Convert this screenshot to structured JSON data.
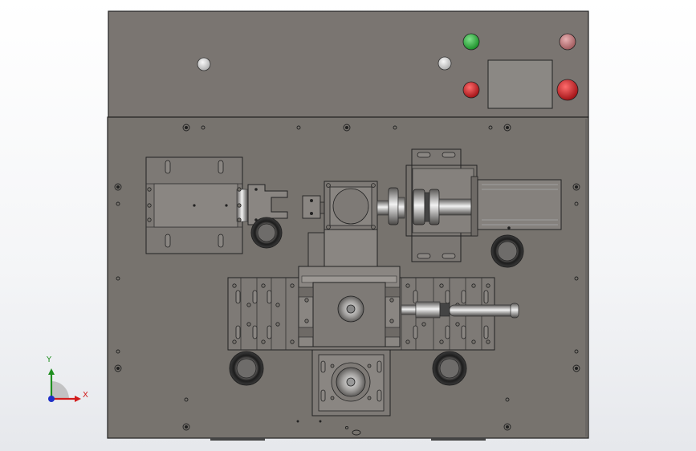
{
  "viewport": {
    "background": "#ffffff"
  },
  "machine": {
    "frame_color": "#77736e",
    "top_panel_color": "#7a7571",
    "outline_color": "#222222",
    "control_panel": {
      "indicator_lights": [
        {
          "name": "green-light",
          "color": "#22a834"
        },
        {
          "name": "pink-light",
          "color": "#c87e80"
        },
        {
          "name": "red-light",
          "color": "#c8181d"
        },
        {
          "name": "emergency-stop",
          "color": "#d8141b"
        },
        {
          "name": "left-knob",
          "color": "#cfcfcf"
        },
        {
          "name": "right-knob",
          "color": "#cfcfcf"
        }
      ],
      "display_screen_color": "#8b8884"
    }
  },
  "triad": {
    "x_label": "X",
    "y_label": "Y",
    "x_color": "#d21c1c",
    "y_color": "#1f8f1f",
    "z_color": "#2030c8"
  }
}
